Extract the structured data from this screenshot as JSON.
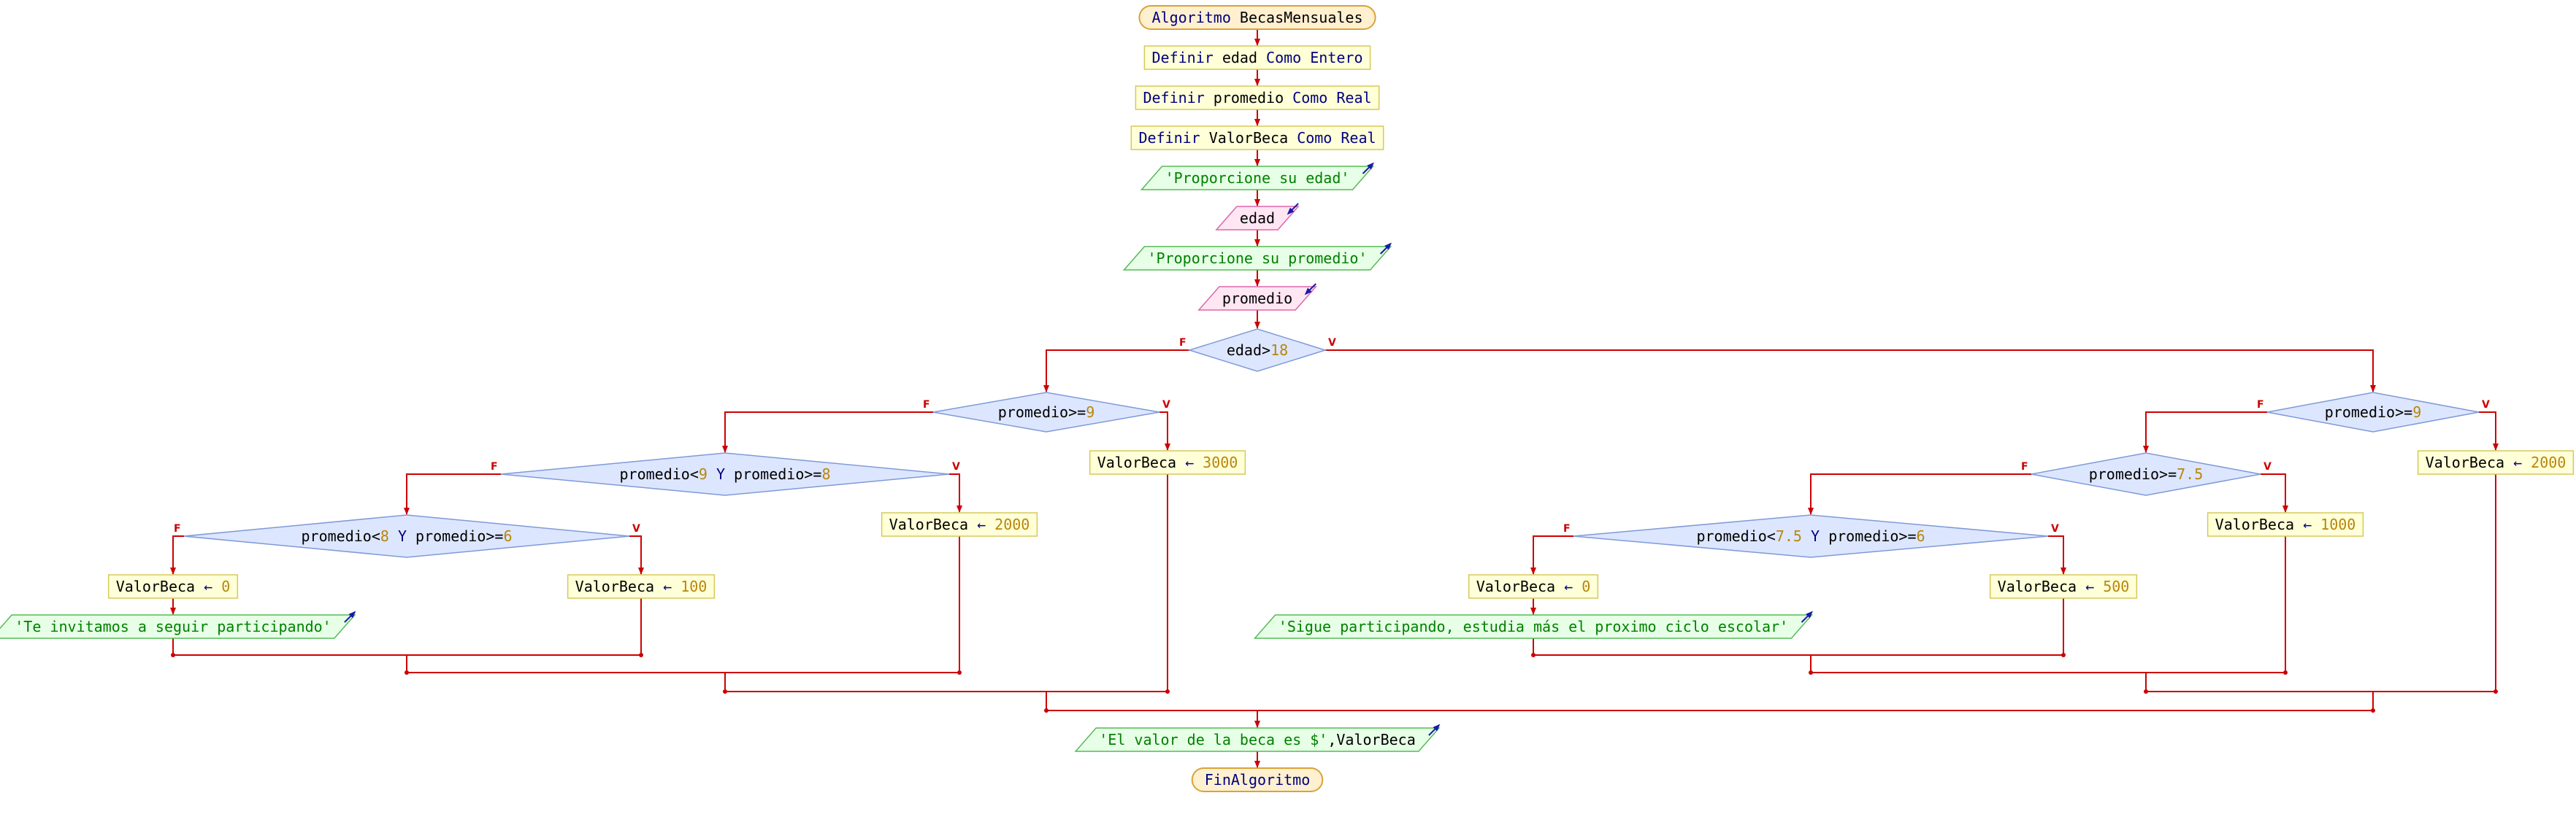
{
  "colors": {
    "edge": "#cc0000",
    "keyword": "#000080",
    "string": "#008000",
    "number": "#b8860b",
    "variable": "#000000",
    "process_fill": "#ffffd8",
    "process_stroke": "#d6c95a",
    "terminal_fill": "#fff0d0",
    "terminal_stroke": "#d9a23a",
    "output_fill": "#e6ffe6",
    "output_stroke": "#55bb55",
    "input_fill": "#ffe6f2",
    "input_stroke": "#dd66aa",
    "decision_fill": "#dde6ff",
    "decision_stroke": "#7f9ad8",
    "io_arrow": "#1a1aaa"
  },
  "branch_labels": {
    "false": "F",
    "true": "V"
  },
  "nodes": {
    "start": {
      "type": "terminal",
      "parts": [
        {
          "t": "Algoritmo ",
          "c": "keyword"
        },
        {
          "t": "BecasMensuales",
          "c": "variable"
        }
      ]
    },
    "def_edad": {
      "type": "process",
      "parts": [
        {
          "t": "Definir ",
          "c": "keyword"
        },
        {
          "t": "edad ",
          "c": "variable"
        },
        {
          "t": "Como Entero",
          "c": "keyword"
        }
      ]
    },
    "def_prom": {
      "type": "process",
      "parts": [
        {
          "t": "Definir ",
          "c": "keyword"
        },
        {
          "t": "promedio ",
          "c": "variable"
        },
        {
          "t": "Como Real",
          "c": "keyword"
        }
      ]
    },
    "def_valor": {
      "type": "process",
      "parts": [
        {
          "t": "Definir ",
          "c": "keyword"
        },
        {
          "t": "ValorBeca ",
          "c": "variable"
        },
        {
          "t": "Como Real",
          "c": "keyword"
        }
      ]
    },
    "out_edad": {
      "type": "output",
      "parts": [
        {
          "t": "'Proporcione su edad'",
          "c": "string"
        }
      ]
    },
    "in_edad": {
      "type": "input",
      "parts": [
        {
          "t": "edad",
          "c": "variable"
        }
      ]
    },
    "out_prom": {
      "type": "output",
      "parts": [
        {
          "t": "'Proporcione su promedio'",
          "c": "string"
        }
      ]
    },
    "in_prom": {
      "type": "input",
      "parts": [
        {
          "t": "promedio",
          "c": "variable"
        }
      ]
    },
    "d_edad": {
      "type": "decision",
      "parts": [
        {
          "t": "edad>",
          "c": "variable"
        },
        {
          "t": "18",
          "c": "number"
        }
      ]
    },
    "dL1": {
      "type": "decision",
      "parts": [
        {
          "t": "promedio>=",
          "c": "variable"
        },
        {
          "t": "9",
          "c": "number"
        }
      ]
    },
    "pL3000": {
      "type": "process",
      "parts": [
        {
          "t": "ValorBeca ",
          "c": "variable"
        },
        {
          "t": "← ",
          "c": "keyword"
        },
        {
          "t": "3000",
          "c": "number"
        }
      ]
    },
    "dL2": {
      "type": "decision",
      "parts": [
        {
          "t": "promedio<",
          "c": "variable"
        },
        {
          "t": "9",
          "c": "number"
        },
        {
          "t": " Y ",
          "c": "keyword"
        },
        {
          "t": "promedio>=",
          "c": "variable"
        },
        {
          "t": "8",
          "c": "number"
        }
      ]
    },
    "pL2000": {
      "type": "process",
      "parts": [
        {
          "t": "ValorBeca ",
          "c": "variable"
        },
        {
          "t": "← ",
          "c": "keyword"
        },
        {
          "t": "2000",
          "c": "number"
        }
      ]
    },
    "dL3": {
      "type": "decision",
      "parts": [
        {
          "t": "promedio<",
          "c": "variable"
        },
        {
          "t": "8",
          "c": "number"
        },
        {
          "t": " Y ",
          "c": "keyword"
        },
        {
          "t": "promedio>=",
          "c": "variable"
        },
        {
          "t": "6",
          "c": "number"
        }
      ]
    },
    "pL0": {
      "type": "process",
      "parts": [
        {
          "t": "ValorBeca ",
          "c": "variable"
        },
        {
          "t": "← ",
          "c": "keyword"
        },
        {
          "t": "0",
          "c": "number"
        }
      ]
    },
    "pL100": {
      "type": "process",
      "parts": [
        {
          "t": "ValorBeca ",
          "c": "variable"
        },
        {
          "t": "← ",
          "c": "keyword"
        },
        {
          "t": "100",
          "c": "number"
        }
      ]
    },
    "outL": {
      "type": "output",
      "parts": [
        {
          "t": "'Te invitamos a seguir participando'",
          "c": "string"
        }
      ]
    },
    "dR1": {
      "type": "decision",
      "parts": [
        {
          "t": "promedio>=",
          "c": "variable"
        },
        {
          "t": "9",
          "c": "number"
        }
      ]
    },
    "pR2000": {
      "type": "process",
      "parts": [
        {
          "t": "ValorBeca ",
          "c": "variable"
        },
        {
          "t": "← ",
          "c": "keyword"
        },
        {
          "t": "2000",
          "c": "number"
        }
      ]
    },
    "dR2": {
      "type": "decision",
      "parts": [
        {
          "t": "promedio>=",
          "c": "variable"
        },
        {
          "t": "7.5",
          "c": "number"
        }
      ]
    },
    "pR1000": {
      "type": "process",
      "parts": [
        {
          "t": "ValorBeca ",
          "c": "variable"
        },
        {
          "t": "← ",
          "c": "keyword"
        },
        {
          "t": "1000",
          "c": "number"
        }
      ]
    },
    "dR3": {
      "type": "decision",
      "parts": [
        {
          "t": "promedio<",
          "c": "variable"
        },
        {
          "t": "7.5",
          "c": "number"
        },
        {
          "t": " Y ",
          "c": "keyword"
        },
        {
          "t": "promedio>=",
          "c": "variable"
        },
        {
          "t": "6",
          "c": "number"
        }
      ]
    },
    "pR0": {
      "type": "process",
      "parts": [
        {
          "t": "ValorBeca ",
          "c": "variable"
        },
        {
          "t": "← ",
          "c": "keyword"
        },
        {
          "t": "0",
          "c": "number"
        }
      ]
    },
    "pR500": {
      "type": "process",
      "parts": [
        {
          "t": "ValorBeca ",
          "c": "variable"
        },
        {
          "t": "← ",
          "c": "keyword"
        },
        {
          "t": "500",
          "c": "number"
        }
      ]
    },
    "outR": {
      "type": "output",
      "parts": [
        {
          "t": "'Sigue participando, estudia más el proximo ciclo escolar'",
          "c": "string"
        }
      ]
    },
    "out_final": {
      "type": "output",
      "parts": [
        {
          "t": "'El valor de la beca es $'",
          "c": "string"
        },
        {
          "t": ",ValorBeca",
          "c": "variable"
        }
      ]
    },
    "end": {
      "type": "terminal",
      "parts": [
        {
          "t": "FinAlgoritmo",
          "c": "keyword"
        }
      ]
    }
  }
}
